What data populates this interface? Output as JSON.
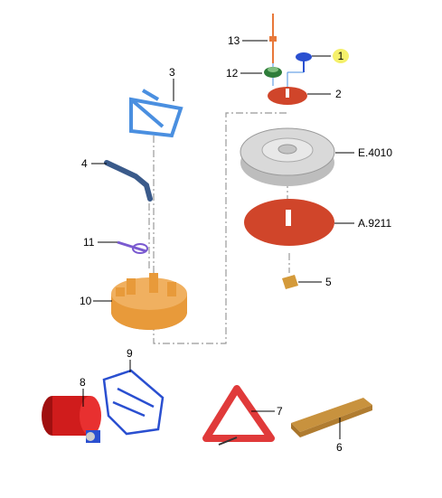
{
  "diagram": {
    "callouts": {
      "c1": "1",
      "c2": "2",
      "c3": "3",
      "c4": "4",
      "c5": "5",
      "c6": "6",
      "c7": "7",
      "c8": "8",
      "c9": "9",
      "c10": "10",
      "c11": "11",
      "c12": "12",
      "c13": "13",
      "spare_wheel": "E.4010",
      "cover_mat": "A.9211"
    },
    "colors": {
      "orange_part": "#e89a3a",
      "red_part": "#d0452a",
      "blue_part": "#4a8fe0",
      "green_part": "#2e7d3a",
      "tire_grey": "#d4d4d4",
      "wood": "#c8923e",
      "highlight": "#f5f06a"
    }
  }
}
